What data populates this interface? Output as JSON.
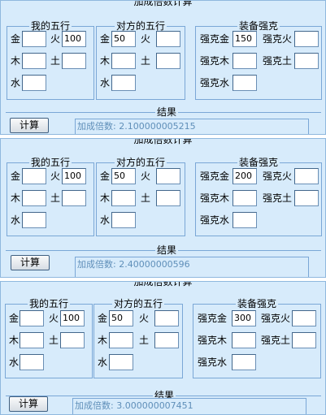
{
  "panels": [
    {
      "title": "加成倍数计算",
      "my": {
        "legend": "我的五行",
        "jin": "金",
        "huo": "火",
        "mu": "木",
        "tu": "土",
        "shui": "水",
        "jin_val": "",
        "huo_val": "100",
        "mu_val": "",
        "tu_val": "",
        "shui_val": ""
      },
      "opp": {
        "legend": "对方的五行",
        "jin": "金",
        "huo": "火",
        "mu": "木",
        "tu": "土",
        "shui": "水",
        "jin_val": "50",
        "huo_val": "",
        "mu_val": "",
        "tu_val": "",
        "shui_val": ""
      },
      "equip": {
        "legend": "装备强克",
        "jin": "强克金",
        "huo": "强克火",
        "mu": "强克木",
        "tu": "强克土",
        "shui": "强克水",
        "jin_val": "150",
        "huo_val": "",
        "mu_val": "",
        "tu_val": "",
        "shui_val": ""
      },
      "result_legend": "结果",
      "button": "计算",
      "output": "加成倍数: 2.100000005215"
    },
    {
      "title": "加成倍数计算",
      "my": {
        "legend": "我的五行",
        "jin": "金",
        "huo": "火",
        "mu": "木",
        "tu": "土",
        "shui": "水",
        "jin_val": "",
        "huo_val": "100",
        "mu_val": "",
        "tu_val": "",
        "shui_val": ""
      },
      "opp": {
        "legend": "对方的五行",
        "jin": "金",
        "huo": "火",
        "mu": "木",
        "tu": "土",
        "shui": "水",
        "jin_val": "50",
        "huo_val": "",
        "mu_val": "",
        "tu_val": "",
        "shui_val": ""
      },
      "equip": {
        "legend": "装备强克",
        "jin": "强克金",
        "huo": "强克火",
        "mu": "强克木",
        "tu": "强克土",
        "shui": "强克水",
        "jin_val": "200",
        "huo_val": "",
        "mu_val": "",
        "tu_val": "",
        "shui_val": ""
      },
      "result_legend": "结果",
      "button": "计算",
      "output": "加成倍数: 2.40000000596"
    },
    {
      "title": "加成倍数计算",
      "my": {
        "legend": "我的五行",
        "jin": "金",
        "huo": "火",
        "mu": "木",
        "tu": "土",
        "shui": "水",
        "jin_val": "",
        "huo_val": "100",
        "mu_val": "",
        "tu_val": "",
        "shui_val": ""
      },
      "opp": {
        "legend": "对方的五行",
        "jin": "金",
        "huo": "火",
        "mu": "木",
        "tu": "土",
        "shui": "水",
        "jin_val": "50",
        "huo_val": "",
        "mu_val": "",
        "tu_val": "",
        "shui_val": ""
      },
      "equip": {
        "legend": "装备强克",
        "jin": "强克金",
        "huo": "强克火",
        "mu": "强克木",
        "tu": "强克土",
        "shui": "强克水",
        "jin_val": "300",
        "huo_val": "",
        "mu_val": "",
        "tu_val": "",
        "shui_val": ""
      },
      "result_legend": "结果",
      "button": "计算",
      "output": "加成倍数: 3.000000007451"
    }
  ]
}
